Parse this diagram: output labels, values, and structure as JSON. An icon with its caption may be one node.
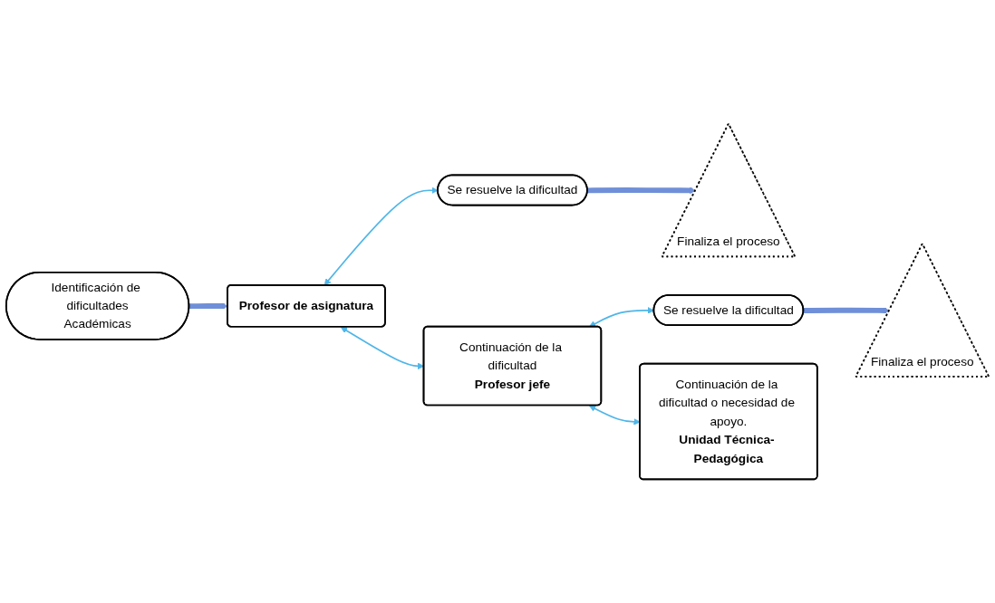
{
  "diagram": {
    "nodes": [
      {
        "text": [
          "Identificación de dificultades",
          "Académicas"
        ]
      },
      {
        "text": [
          "Se resuelve la dificultad"
        ]
      },
      {
        "text": [
          "Finaliza el proceso"
        ]
      },
      {
        "text": [
          "Se resuelve la dificultad"
        ]
      },
      {
        "text": [
          "Finaliza el proceso"
        ]
      },
      {
        "text": [
          "Profesor de asignatura"
        ]
      },
      {
        "text": [
          "Continuación de la dificultad",
          "Profesor jefe"
        ]
      },
      {
        "text": [
          "Continuación de la dificultad o necesidad de apoyo.",
          "Unidad Técnica- Pedagógica"
        ]
      }
    ],
    "edges": [
      {
        "from": 0,
        "to": 5,
        "arrow": "to",
        "style": "thick",
        "color": "#6f8fd8"
      },
      {
        "from": 1,
        "to": 2,
        "arrow": "to",
        "style": "thick",
        "color": "#6f8fd8"
      },
      {
        "from": 3,
        "to": 4,
        "arrow": "to",
        "style": "thick",
        "color": "#6f8fd8"
      },
      {
        "from": 5,
        "to": 1,
        "arrow": "both"
      },
      {
        "from": 5,
        "to": 6,
        "arrow": "both"
      },
      {
        "from": 6,
        "to": 3,
        "arrow": "both"
      },
      {
        "from": 6,
        "to": 7,
        "arrow": "both"
      }
    ]
  }
}
